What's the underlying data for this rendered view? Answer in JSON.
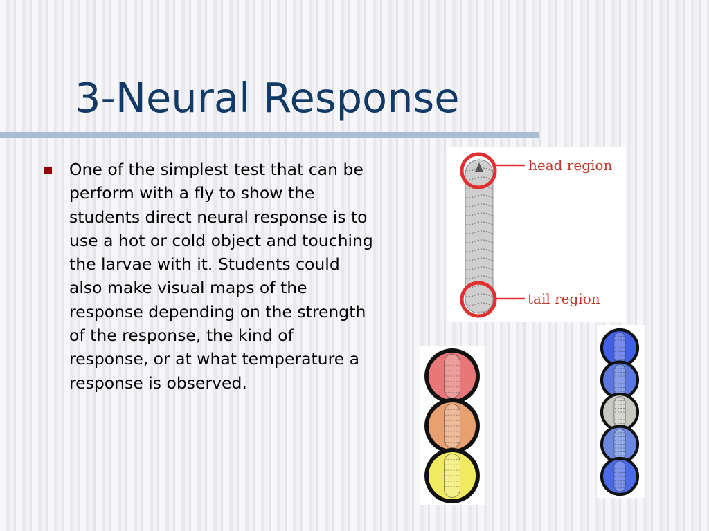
{
  "slide": {
    "title": "3-Neural Response",
    "bullets": [
      "One of the simplest test that can be perform with a fly to show the students direct neural response is to use a hot or cold object and touching the larvae with it. Students could also make visual maps of the response depending on the strength of the response, the kind of response, or at what temperature a response is observed."
    ]
  },
  "larva_diagram": {
    "labels": {
      "head": "head region",
      "tail": "tail region"
    }
  },
  "colors": {
    "title": "#113a66",
    "rule": "#a9bdd4",
    "bullet": "#990000",
    "highlight_ring": "#e03030",
    "warm_rings": [
      "#e87878",
      "#e8a070",
      "#f0ea60"
    ],
    "cold_rings": [
      "#4060e8",
      "#5a78e0",
      "#c8c8c0",
      "#6a88e0",
      "#4a6ae8"
    ]
  }
}
